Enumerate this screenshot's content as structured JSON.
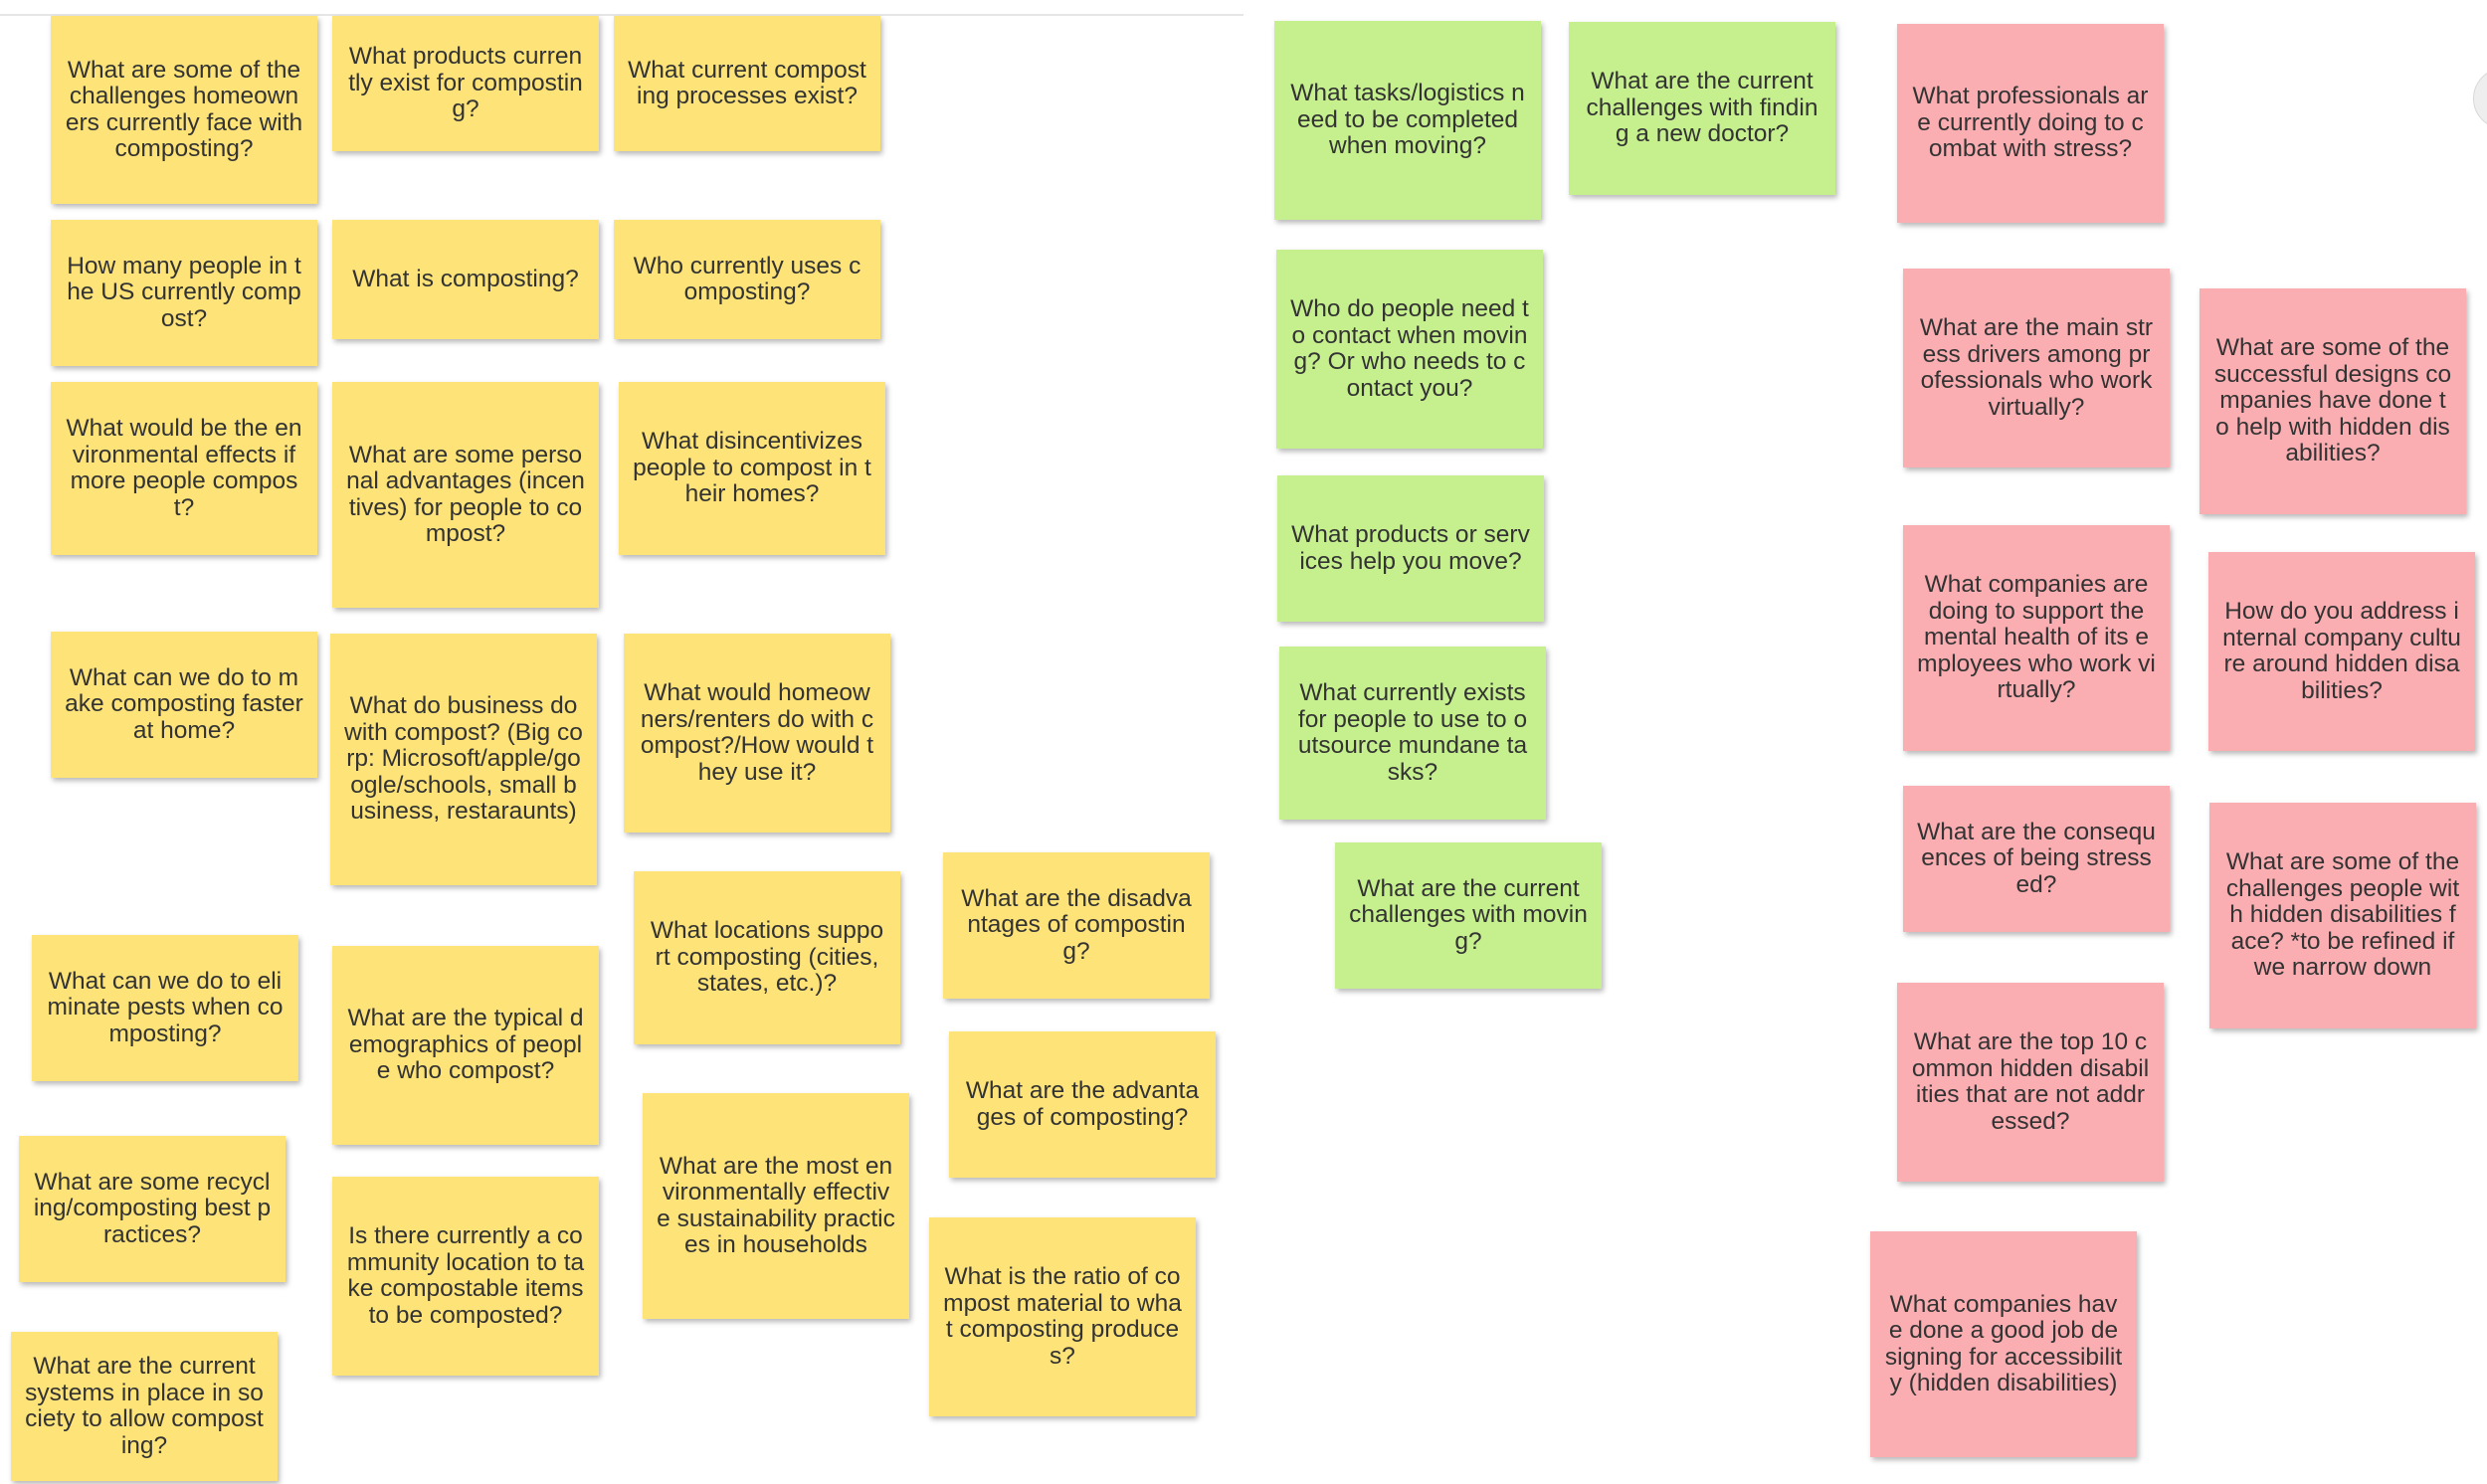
{
  "colors": {
    "yellow": "#fde378",
    "green": "#c6f08e",
    "pink": "#fbaeb2"
  },
  "notes": [
    "What are some of the challenges homeowners currently face with composting?",
    "What products currently exist for composting?",
    "What current composting processes exist?",
    "How many people in the US currently compost?",
    "What is composting?",
    "Who currently uses composting?",
    "What would be the environmental effects if more people compost?",
    "What are some personal advantages (incentives) for people to compost?",
    "What disincentivizes people to compost in their homes?",
    "What can we do to make composting faster at home?",
    "What do business do with compost? (Big corp: Microsoft/apple/google/schools, small business, restaraunts)",
    "What would homeowners/renters do with compost?/How would they use it?",
    "What locations support composting (cities, states, etc.)?",
    "What are the disadvantages of composting?",
    "What can we do to eliminate pests when composting?",
    "What are the typical demographics of people who compost?",
    "What are the advantages of composting?",
    "What are the most environmentally effective sustainability practices in households",
    "What are some recycling/composting best practices?",
    "Is there currently a community location to take compostable items to be composted?",
    "What is the ratio of compost material to what composting produces?",
    "What are the current systems in place in society to allow composting?",
    "What tasks/logistics need to be completed when moving?",
    "What are the current challenges with finding a new doctor?",
    "Who do people need to contact when moving? Or who needs to contact you?",
    "What products or services help you move?",
    "What currently exists for people to use to outsource mundane tasks?",
    "What are the current challenges with moving?",
    "What professionals are currently doing to combat with stress?",
    "What are the main stress drivers among professionals who work virtually?",
    "What are some of the successful designs companies have done to help with hidden disabilities?",
    "What companies are doing to support the mental health of its employees who work virtually?",
    "How do you address internal company culture around hidden disabilities?",
    "What are the consequences of being stressed?",
    "What are some of the challenges people with hidden disabilities face? *to be refined if we narrow down",
    "What are the top 10 common hidden disabilities that are not addressed?",
    "What companies have done a good job designing for accessibility (hidden disabilities)"
  ]
}
